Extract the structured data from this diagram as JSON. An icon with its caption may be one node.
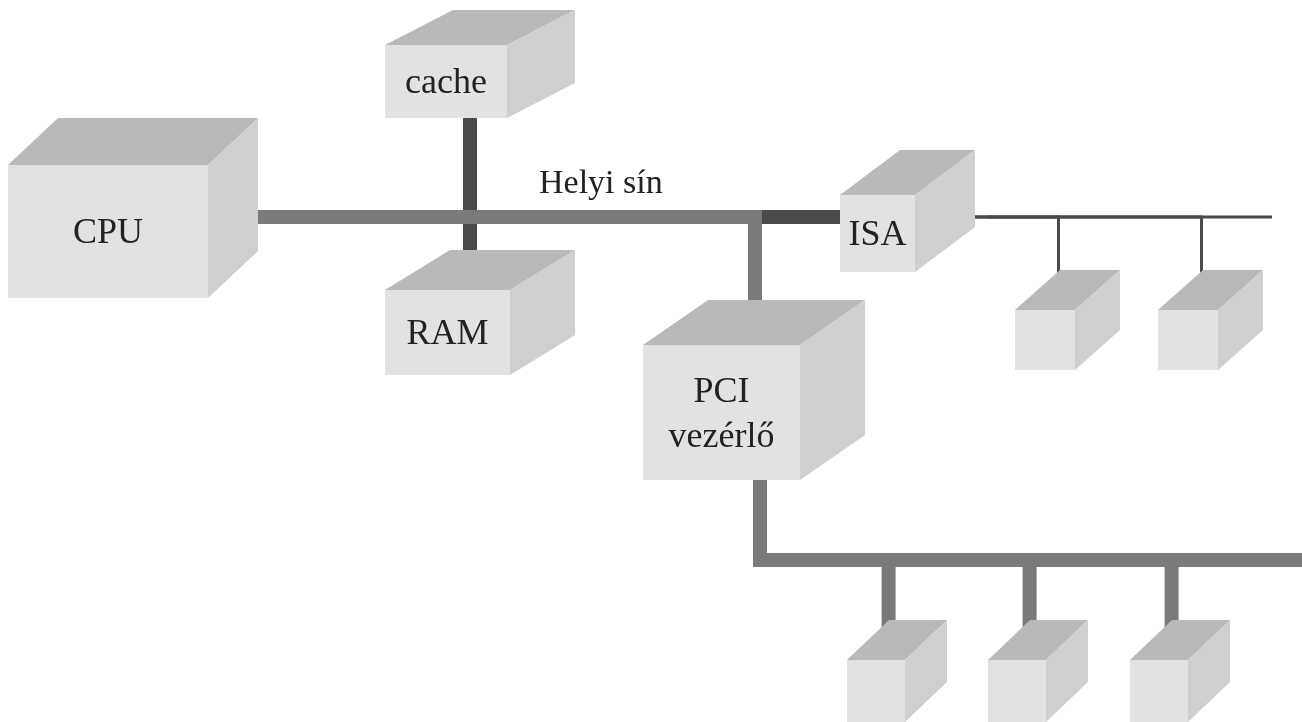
{
  "diagram": {
    "nodes": [
      {
        "text": [
          "cache"
        ]
      },
      {
        "text": [
          "CPU"
        ]
      },
      {
        "text": [
          "ISA"
        ]
      },
      {
        "text": [
          "RAM"
        ]
      },
      {
        "text": [
          "PCI vezérlő"
        ]
      },
      {
        "text": [],
        "shape": "box"
      },
      {
        "text": [],
        "shape": "box"
      },
      {
        "text": [],
        "shape": "box"
      },
      {
        "text": [],
        "shape": "box"
      },
      {
        "text": [],
        "shape": "box"
      }
    ],
    "edges": [
      {
        "from": 1,
        "to": 2,
        "arrow": "none",
        "label": "Helyi sín"
      },
      {
        "from": 0,
        "to": 3,
        "arrow": "none"
      },
      {
        "from": 1,
        "to": 4,
        "arrow": "none",
        "color": "#7a7a7a"
      },
      {
        "from": 2,
        "to": 5,
        "arrow": "none"
      },
      {
        "from": 2,
        "to": 6,
        "arrow": "none"
      },
      {
        "from": 4,
        "to": 7,
        "arrow": "none",
        "color": "#7a7a7a"
      },
      {
        "from": 4,
        "to": 8,
        "arrow": "none",
        "color": "#7a7a7a"
      },
      {
        "from": 4,
        "to": 9,
        "arrow": "none",
        "color": "#7a7a7a"
      }
    ]
  }
}
